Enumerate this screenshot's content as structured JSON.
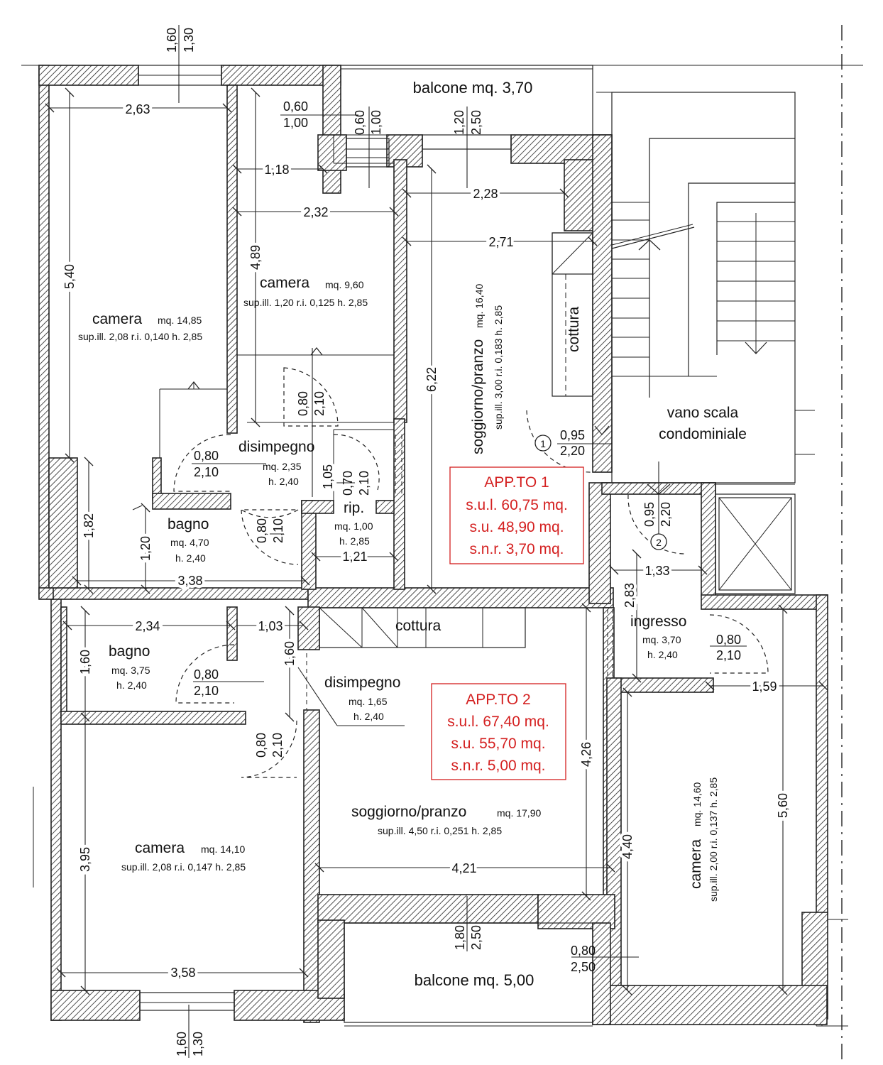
{
  "rooms": {
    "balcone_top": "balcone mq. 3,70",
    "camera_left_name": "camera",
    "camera_left_area": "mq. 14,85",
    "camera_left_info": "sup.ill. 2,08 r.i. 0,140 h. 2,85",
    "camera_mid_name": "camera",
    "camera_mid_area": "mq. 9,60",
    "camera_mid_info": "sup.ill. 1,20 r.i. 0,125 h. 2,85",
    "soggiorno1_name": "soggiorno/pranzo",
    "soggiorno1_area": "mq. 16,40",
    "soggiorno1_info": "sup.ill. 3,00 r.i. 0,183 h. 2,85",
    "cottura1": "cottura",
    "vano_scala_1": "vano scala",
    "vano_scala_2": "condominiale",
    "disimpegno1_name": "disimpegno",
    "disimpegno1_area": "mq. 2,35",
    "disimpegno1_h": "h. 2,40",
    "bagno1_name": "bagno",
    "bagno1_area": "mq. 4,70",
    "bagno1_h": "h. 2,40",
    "rip_name": "rip.",
    "rip_area": "mq. 1,00",
    "rip_h": "h. 2,85",
    "bagno2_name": "bagno",
    "bagno2_area": "mq. 3,75",
    "bagno2_h": "h. 2,40",
    "cottura2": "cottura",
    "disimpegno2_name": "disimpegno",
    "disimpegno2_area": "mq. 1,65",
    "disimpegno2_h": "h. 2,40",
    "ingresso_name": "ingresso",
    "ingresso_area": "mq. 3,70",
    "ingresso_h": "h. 2,40",
    "soggiorno2_name": "soggiorno/pranzo",
    "soggiorno2_area": "mq. 17,90",
    "soggiorno2_info": "sup.ill. 4,50 r.i. 0,251 h. 2,85",
    "camera_bl_name": "camera",
    "camera_bl_area": "mq. 14,10",
    "camera_bl_info": "sup.ill. 2,08 r.i. 0,147 h. 2,85",
    "camera_br_name": "camera",
    "camera_br_area": "mq. 14,60",
    "camera_br_info": "sup.ill. 2,00 r.i. 0,137 h. 2,85",
    "balcone_bottom": "balcone mq. 5,00"
  },
  "apartments": {
    "app1_title": "APP.TO 1",
    "app1_sul": "s.u.l. 60,75 mq.",
    "app1_su": "s.u. 48,90 mq.",
    "app1_snr": "s.n.r. 3,70 mq.",
    "app2_title": "APP.TO 2",
    "app2_sul": "s.u.l. 67,40 mq.",
    "app2_su": "s.u. 55,70 mq.",
    "app2_snr": "s.n.r. 5,00 mq."
  },
  "markers": {
    "m1": "1",
    "m2": "2"
  },
  "dims": {
    "d_top_160": "1,60",
    "d_top_130": "1,30",
    "d_263": "2,63",
    "d_060": "0,60",
    "d_100": "1,00",
    "d_060v": "0,60",
    "d_100v": "1,00",
    "d_120v": "1,20",
    "d_250v": "2,50",
    "d_118": "1,18",
    "d_232": "2,32",
    "d_228": "2,28",
    "d_271": "2,71",
    "d_540": "5,40",
    "d_489": "4,89",
    "d_622": "6,22",
    "d_080a": "0,80",
    "d_210a": "2,10",
    "d_080b": "0,80",
    "d_210b": "2,10",
    "d_105": "1,05",
    "d_070": "0,70",
    "d_210c": "2,10",
    "d_080c": "0,80",
    "d_210d": "2,10",
    "d_095": "0,95",
    "d_220": "2,20",
    "d_095v": "0,95",
    "d_220v": "2,20",
    "d_182": "1,82",
    "d_120b": "1,20",
    "d_338": "3,38",
    "d_121": "1,21",
    "d_133": "1,33",
    "d_283": "2,83",
    "d_234": "2,34",
    "d_103": "1,03",
    "d_160a": "1,60",
    "d_160b": "1,60",
    "d_080e": "0,80",
    "d_210e": "2,10",
    "d_080f": "0,80",
    "d_210f": "2,10",
    "d_080g": "0,80",
    "d_210g": "2,10",
    "d_159": "1,59",
    "d_426": "4,26",
    "d_421": "4,21",
    "d_440": "4,40",
    "d_560": "5,60",
    "d_395": "3,95",
    "d_358": "3,58",
    "d_180v": "1,80",
    "d_250b": "2,50",
    "d_080h": "0,80",
    "d_250h": "2,50",
    "d_bot_160": "1,60",
    "d_bot_130": "1,30"
  }
}
